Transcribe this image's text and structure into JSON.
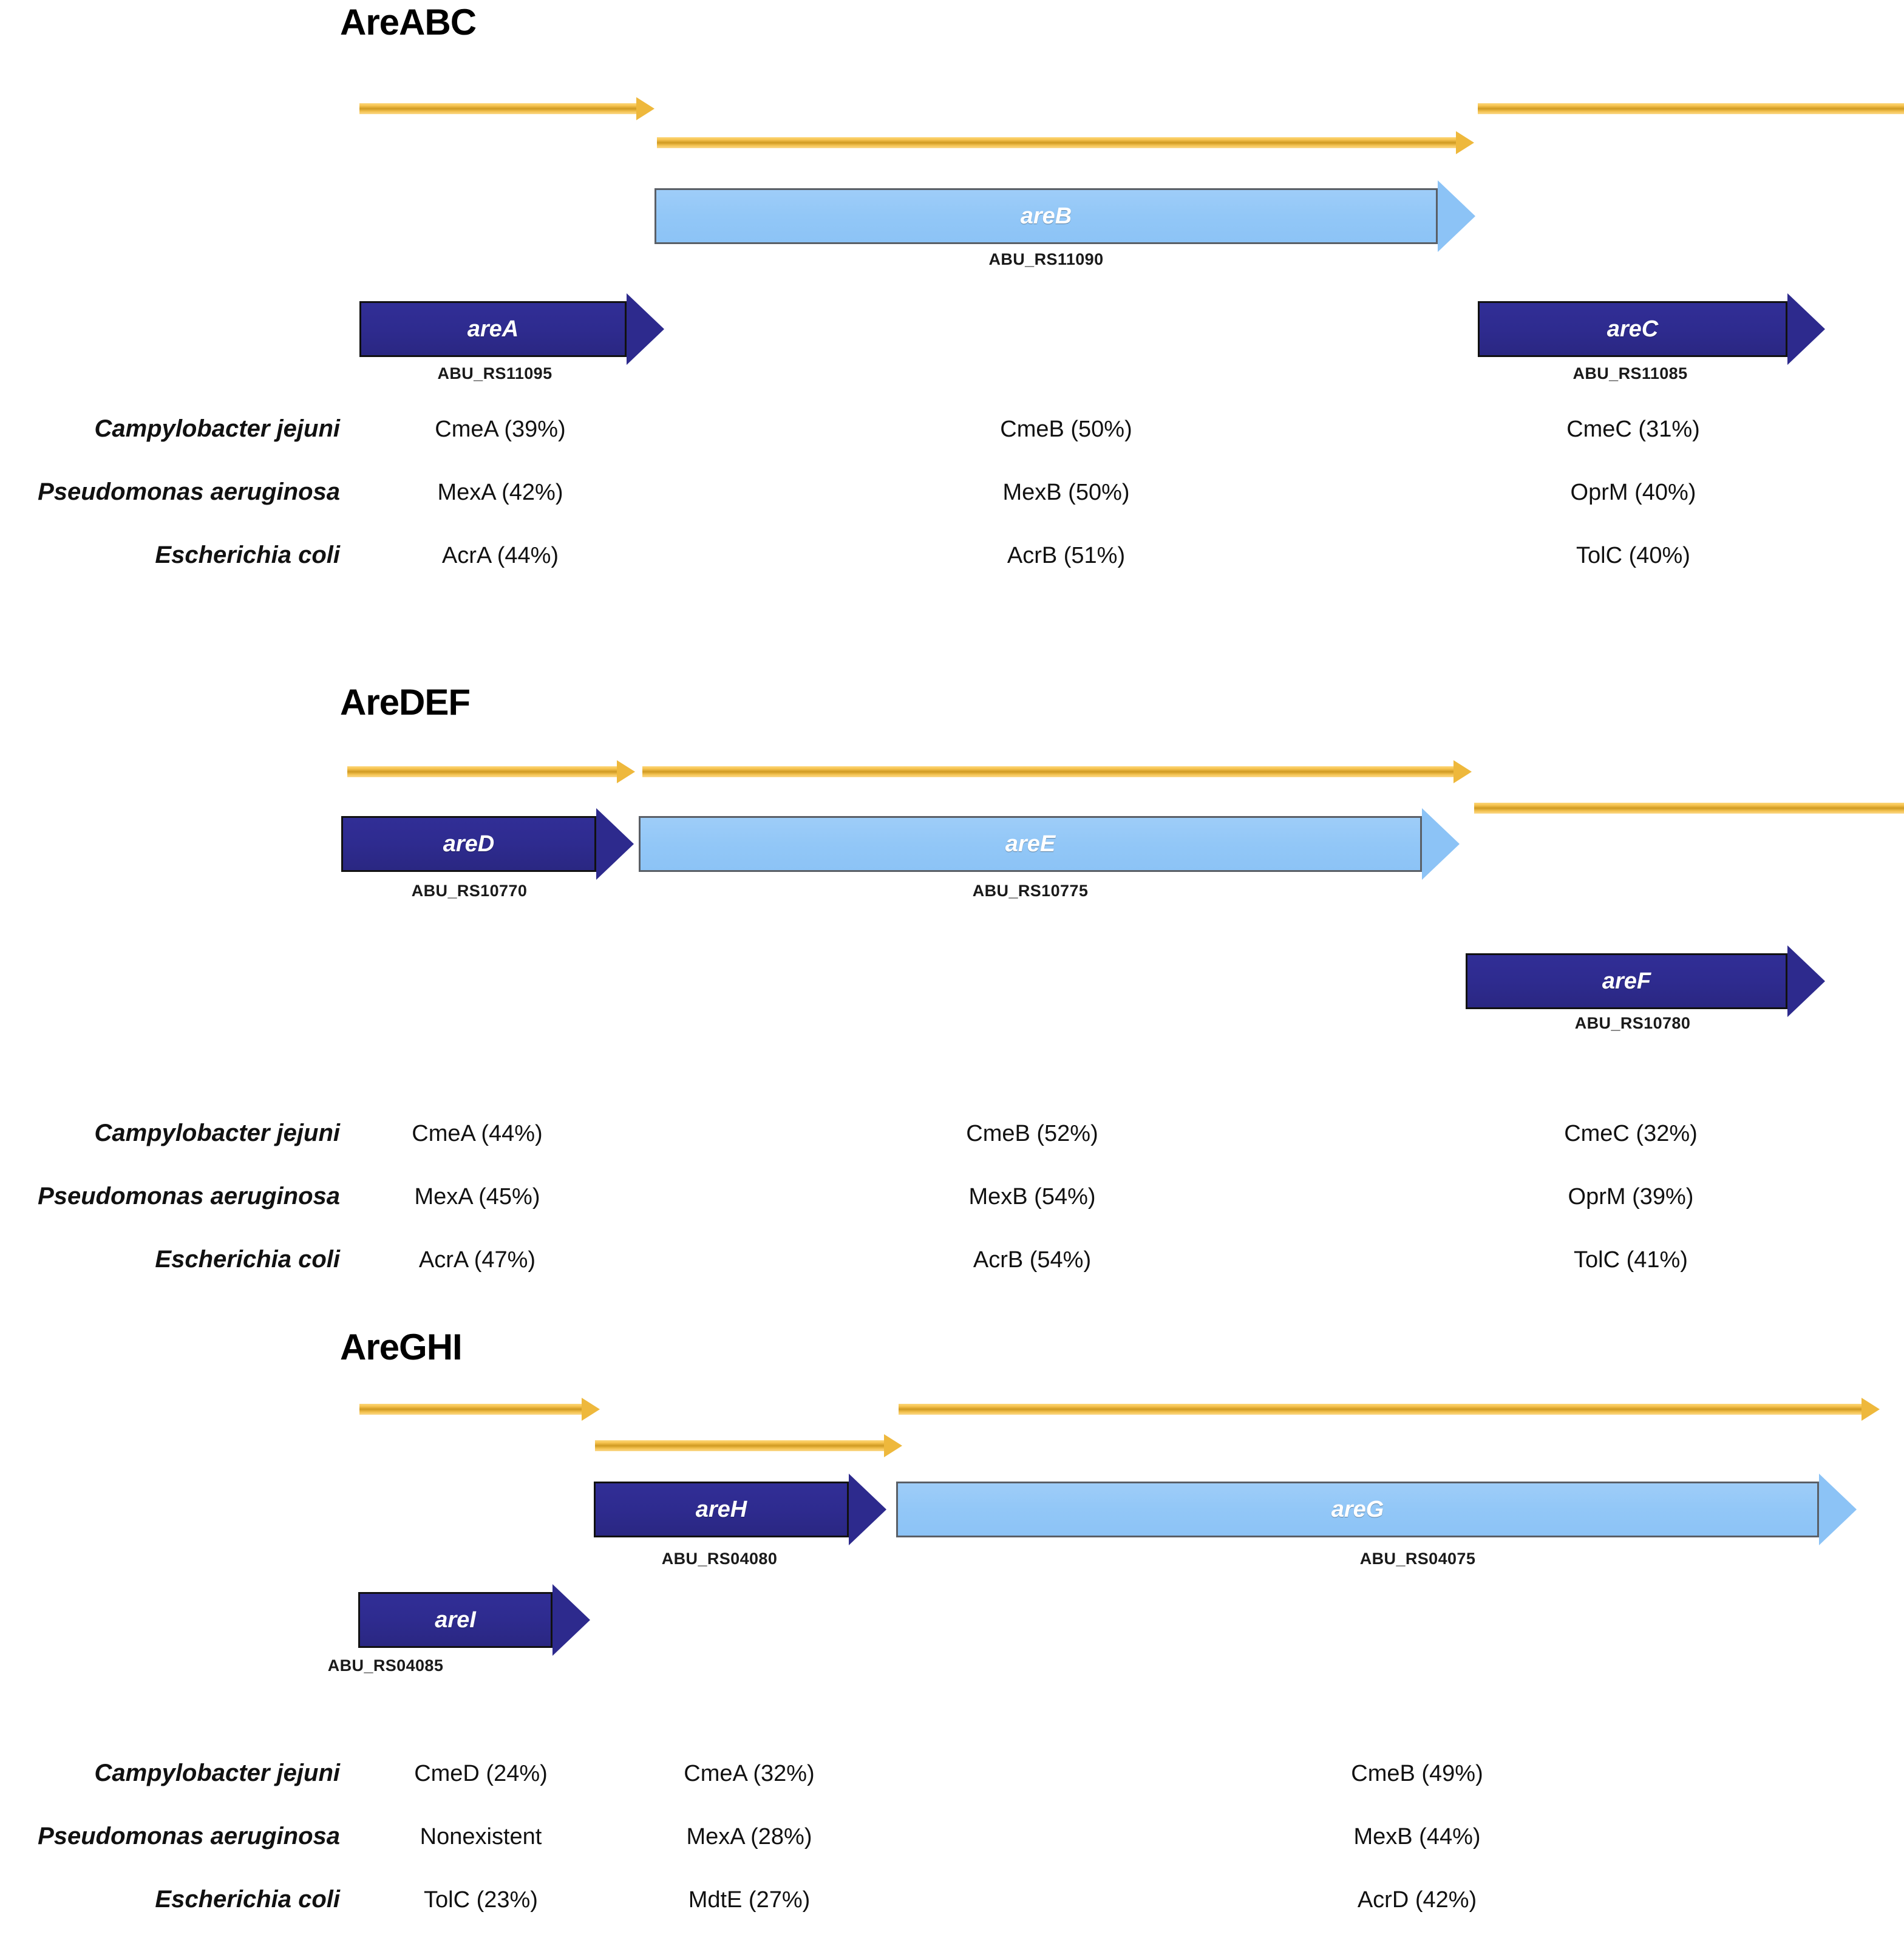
{
  "figure": {
    "colors": {
      "dark_gene": "#2e2b8f",
      "light_gene": "#8cc3f6",
      "promoter_arrow": "#eeb83c",
      "text": "#111111"
    }
  },
  "panels": [
    {
      "id": "areabc",
      "title": "AreABC",
      "genes": [
        {
          "name": "areA",
          "locus": "ABU_RS11095",
          "shade": "dark"
        },
        {
          "name": "areB",
          "locus": "ABU_RS11090",
          "shade": "light"
        },
        {
          "name": "areC",
          "locus": "ABU_RS11085",
          "shade": "dark"
        }
      ],
      "rows": [
        {
          "species": "Campylobacter jejuni",
          "values": [
            "CmeA (39%)",
            "CmeB (50%)",
            "CmeC (31%)"
          ]
        },
        {
          "species": "Pseudomonas aeruginosa",
          "values": [
            "MexA (42%)",
            "MexB (50%)",
            "OprM (40%)"
          ]
        },
        {
          "species": "Escherichia coli",
          "values": [
            "AcrA (44%)",
            "AcrB (51%)",
            "TolC (40%)"
          ]
        }
      ]
    },
    {
      "id": "aredef",
      "title": "AreDEF",
      "genes": [
        {
          "name": "areD",
          "locus": "ABU_RS10770",
          "shade": "dark"
        },
        {
          "name": "areE",
          "locus": "ABU_RS10775",
          "shade": "light"
        },
        {
          "name": "areF",
          "locus": "ABU_RS10780",
          "shade": "dark"
        }
      ],
      "rows": [
        {
          "species": "Campylobacter jejuni",
          "values": [
            "CmeA (44%)",
            "CmeB (52%)",
            "CmeC (32%)"
          ]
        },
        {
          "species": "Pseudomonas aeruginosa",
          "values": [
            "MexA (45%)",
            "MexB  (54%)",
            "OprM (39%)"
          ]
        },
        {
          "species": "Escherichia coli",
          "values": [
            "AcrA (47%)",
            "AcrB  (54%)",
            "TolC (41%)"
          ]
        }
      ]
    },
    {
      "id": "areghi",
      "title": "AreGHI",
      "genes": [
        {
          "name": "areH",
          "locus": "ABU_RS04080",
          "shade": "dark"
        },
        {
          "name": "areG",
          "locus": "ABU_RS04075",
          "shade": "light"
        },
        {
          "name": "areI",
          "locus": "ABU_RS04085",
          "shade": "dark"
        }
      ],
      "rows": [
        {
          "species": "Campylobacter jejuni",
          "values": [
            "CmeD (24%)",
            "CmeA (32%)",
            "CmeB (49%)"
          ]
        },
        {
          "species": "Pseudomonas aeruginosa",
          "values": [
            "Nonexistent",
            "MexA (28%)",
            "MexB  (44%)"
          ]
        },
        {
          "species": "Escherichia coli",
          "values": [
            "TolC (23%)",
            "MdtE (27%)",
            "AcrD  (42%)"
          ]
        }
      ]
    }
  ]
}
